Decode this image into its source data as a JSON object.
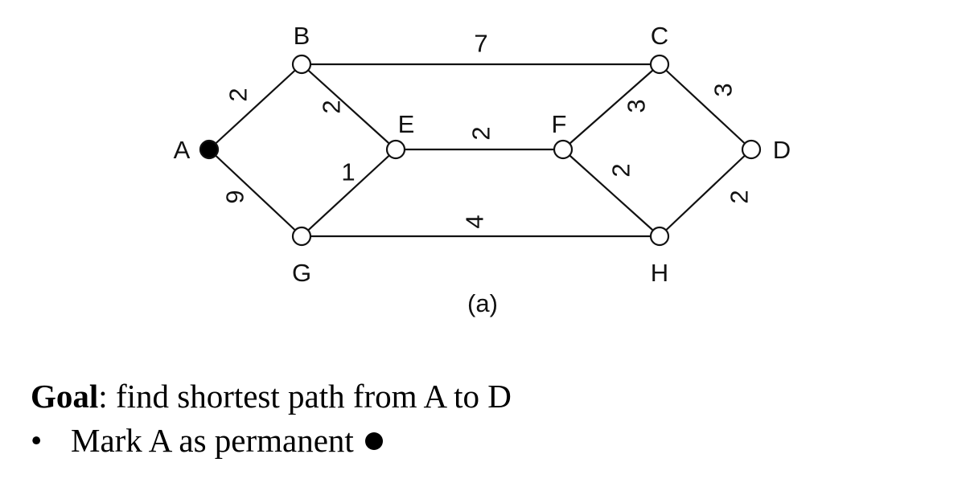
{
  "graph": {
    "nodes": [
      {
        "id": "A",
        "label": "A",
        "permanent": true
      },
      {
        "id": "B",
        "label": "B",
        "permanent": false
      },
      {
        "id": "C",
        "label": "C",
        "permanent": false
      },
      {
        "id": "D",
        "label": "D",
        "permanent": false
      },
      {
        "id": "E",
        "label": "E",
        "permanent": false
      },
      {
        "id": "F",
        "label": "F",
        "permanent": false
      },
      {
        "id": "G",
        "label": "G",
        "permanent": false
      },
      {
        "id": "H",
        "label": "H",
        "permanent": false
      }
    ],
    "edges": [
      {
        "from": "A",
        "to": "B",
        "weight": "2"
      },
      {
        "from": "A",
        "to": "G",
        "weight": "6"
      },
      {
        "from": "B",
        "to": "C",
        "weight": "7"
      },
      {
        "from": "B",
        "to": "E",
        "weight": "2"
      },
      {
        "from": "G",
        "to": "E",
        "weight": "1"
      },
      {
        "from": "E",
        "to": "F",
        "weight": "2"
      },
      {
        "from": "G",
        "to": "H",
        "weight": "4"
      },
      {
        "from": "F",
        "to": "C",
        "weight": "3"
      },
      {
        "from": "F",
        "to": "H",
        "weight": "2"
      },
      {
        "from": "C",
        "to": "D",
        "weight": "3"
      },
      {
        "from": "H",
        "to": "D",
        "weight": "2"
      }
    ],
    "caption": "(a)"
  },
  "text": {
    "goal_keyword": "Goal",
    "goal_rest": ": find shortest path from A to D",
    "bullet_marker": "•",
    "bullet_text": "Mark A as permanent"
  },
  "colors": {
    "stroke": "#111111",
    "permanent_fill": "#000000",
    "tentative_fill": "#ffffff"
  }
}
